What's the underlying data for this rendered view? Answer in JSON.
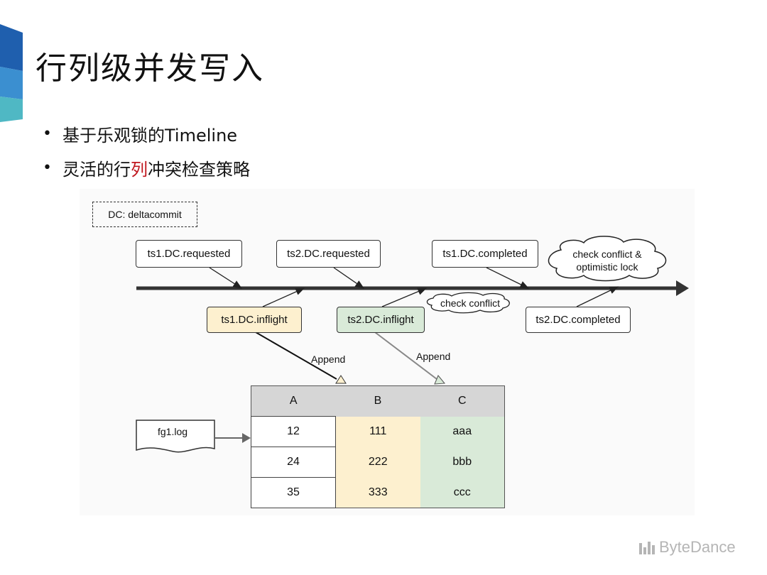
{
  "slide": {
    "title": "行列级并发写入",
    "bullets": [
      {
        "before": "基于乐观锁的Timeline",
        "highlight": "",
        "after": ""
      },
      {
        "before": "灵活的行",
        "highlight": "列",
        "after": "冲突检查策略"
      }
    ],
    "accent_colors": [
      "#1f5fae",
      "#3b8fd0",
      "#4fb8c4"
    ]
  },
  "diagram": {
    "legend": "DC: deltacommit",
    "events_above": [
      "ts1.DC.requested",
      "ts2.DC.requested",
      "ts1.DC.completed"
    ],
    "cloud_top": [
      "check conflict &",
      "optimistic lock"
    ],
    "events_below": [
      "ts1.DC.inflight",
      "ts2.DC.inflight",
      "ts2.DC.completed"
    ],
    "cloud_mid": "check conflict",
    "append_labels": [
      "Append",
      "Append"
    ],
    "file": "fg1.log",
    "table": {
      "headers": [
        "A",
        "B",
        "C"
      ],
      "rows": [
        [
          "12",
          "111",
          "aaa"
        ],
        [
          "24",
          "222",
          "bbb"
        ],
        [
          "35",
          "333",
          "ccc"
        ]
      ]
    },
    "colors": {
      "yellow": "#fdf0cf",
      "green": "#d9ead8",
      "header": "#d6d6d6"
    }
  },
  "footer": {
    "brand": "ByteDance"
  }
}
